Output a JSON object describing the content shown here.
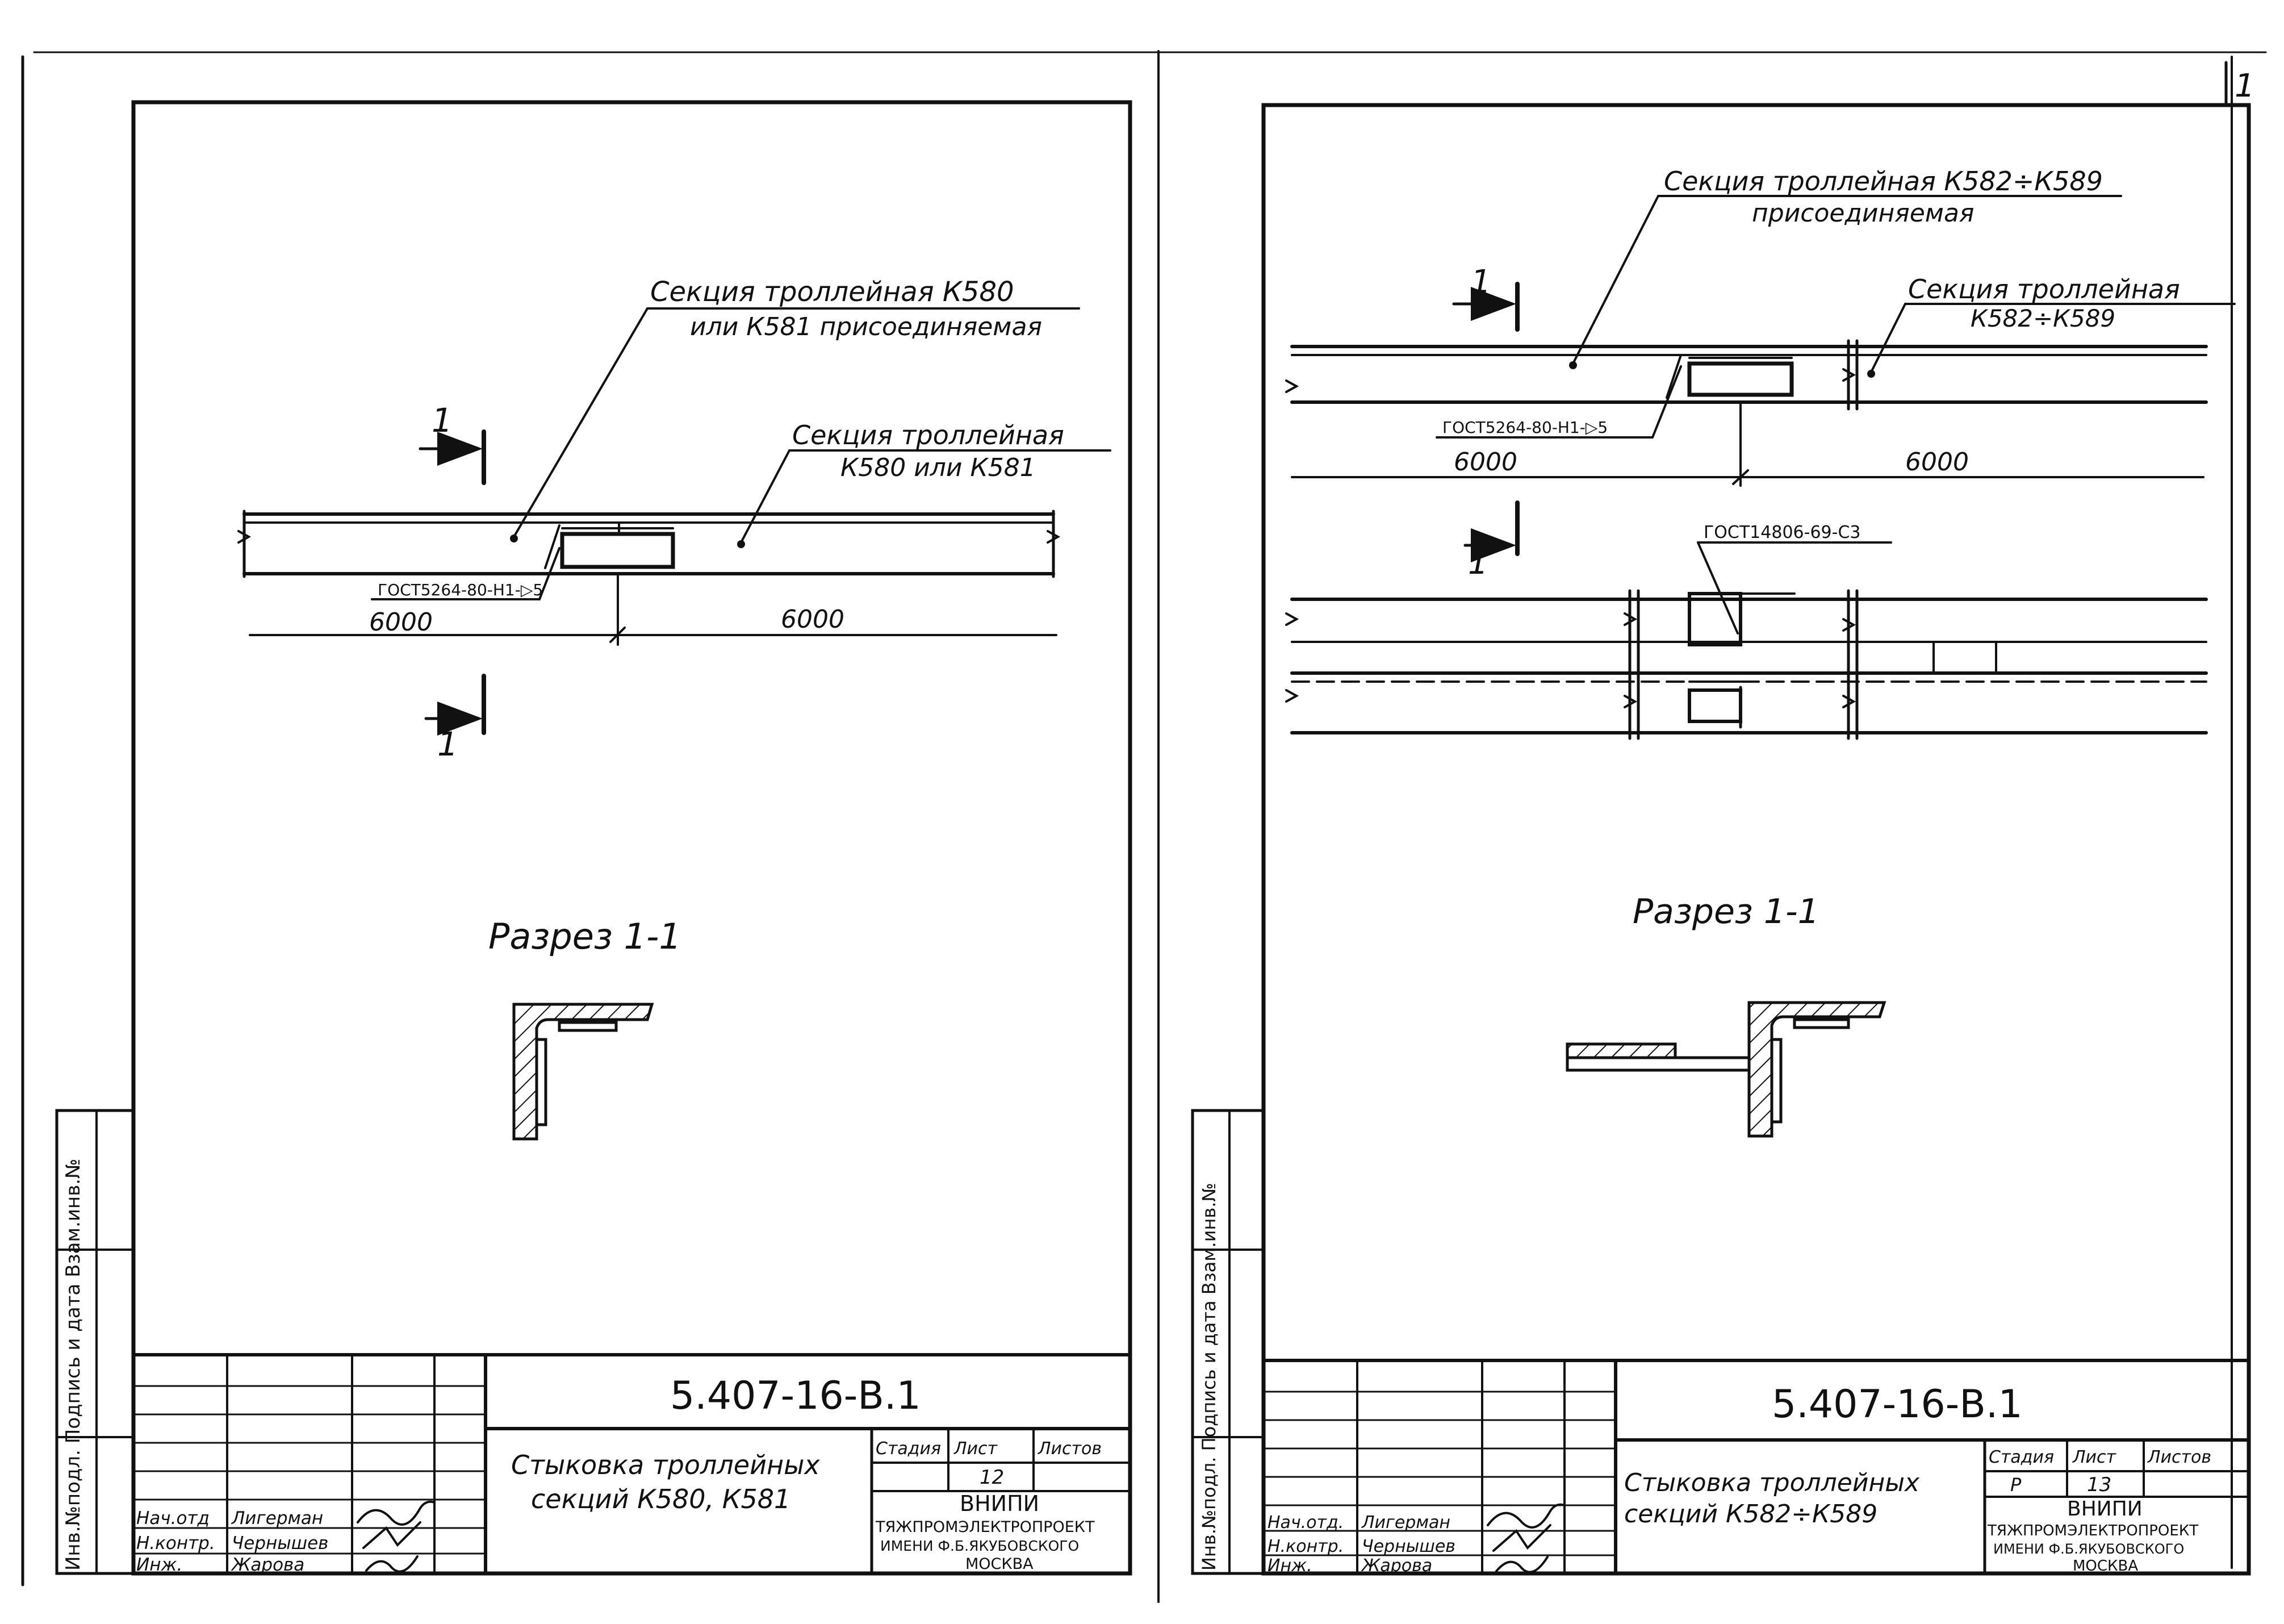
{
  "sheet_left": {
    "callout_1_line1": "Секция троллейная К580",
    "callout_1_line2": "или К581 присоединяемая",
    "callout_2_line1": "Секция троллейная",
    "callout_2_line2": "К580 или К581",
    "weld_note": "ГОСТ5264-80-Н1-▷5",
    "dim_left": "6000",
    "dim_right": "6000",
    "section_mark": "1",
    "section_title": "Разрез 1-1",
    "doc_code": "5.407-16-В.1",
    "doc_title_line1": "Стыковка троллейных",
    "doc_title_line2": "секций К580, К581",
    "stage_label": "Стадия",
    "sheet_label": "Лист",
    "sheets_label": "Листов",
    "stage_value": "",
    "sheet_value": "12",
    "org_line1": "ВНИПИ",
    "org_line2": "ТЯЖПРОМЭЛЕКТРОПРОЕКТ",
    "org_line3": "ИМЕНИ Ф.Б.ЯКУБОВСКОГО",
    "org_line4": "МОСКВА",
    "roles": [
      {
        "role": "Нач.отд",
        "name": "Лигерман"
      },
      {
        "role": "Н.контр.",
        "name": "Чернышев"
      },
      {
        "role": "Инж.",
        "name": "Жарова"
      }
    ],
    "side_stamp": "Инв.№подл. Подпись и дата Взам.инв.№"
  },
  "sheet_right": {
    "callout_1_line1": "Секция троллейная К582÷К589",
    "callout_1_line2": "присоединяемая",
    "callout_2_line1": "Секция троллейная",
    "callout_2_line2": "К582÷К589",
    "weld_note": "ГОСТ5264-80-Н1-▷5",
    "weld_note_2": "ГОСТ14806-69-С3",
    "dim_left": "6000",
    "dim_right": "6000",
    "section_mark": "1",
    "section_title": "Разрез 1-1",
    "doc_code": "5.407-16-В.1",
    "doc_title_line1": "Стыковка троллейных",
    "doc_title_line2": "секций К582÷К589",
    "stage_label": "Стадия",
    "sheet_label": "Лист",
    "sheets_label": "Листов",
    "stage_value": "Р",
    "sheet_value": "13",
    "org_line1": "ВНИПИ",
    "org_line2": "ТЯЖПРОМЭЛЕКТРОПРОЕКТ",
    "org_line3": "ИМЕНИ Ф.Б.ЯКУБОВСКОГО",
    "org_line4": "МОСКВА",
    "roles": [
      {
        "role": "Нач.отд.",
        "name": "Лигерман"
      },
      {
        "role": "Н.контр.",
        "name": "Чернышев"
      },
      {
        "role": "Инж.",
        "name": "Жарова"
      }
    ],
    "side_stamp": "Инв.№подл. Подпись и дата Взам.инв.№",
    "corner_mark": "1"
  }
}
